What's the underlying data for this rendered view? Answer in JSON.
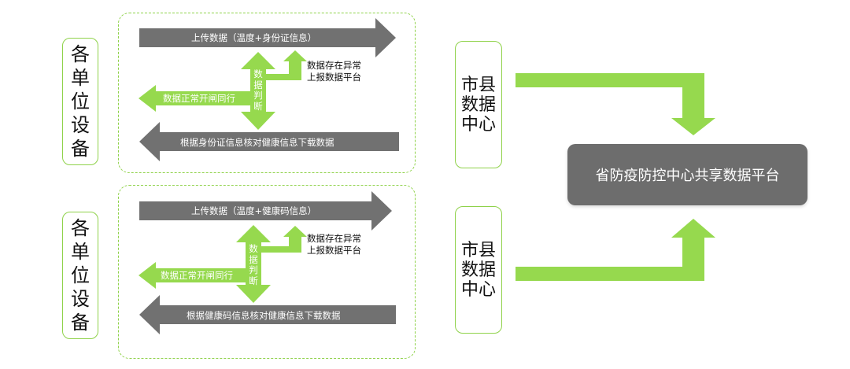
{
  "colors": {
    "gray": "#717171",
    "green": "#96d94e",
    "dash": "#8fd24a",
    "center": "#6d6d6d"
  },
  "groups": [
    {
      "device_label": "各单位设备",
      "upload_label": "上传数据（温度+身份证信息）",
      "judge_label": "数据判断",
      "abnormal_label_1": "数据存在异常",
      "abnormal_label_2": "上报数据平台",
      "normal_label": "数据正常开闸同行",
      "download_label": "根据身份证信息核对健康信息下载数据",
      "city_center_label": "市县数据中心"
    },
    {
      "device_label": "各单位设备",
      "upload_label": "上传数据（温度+健康码信息）",
      "judge_label": "数据判断",
      "abnormal_label_1": "数据存在异常",
      "abnormal_label_2": "上报数据平台",
      "normal_label": "数据正常开闸同行",
      "download_label": "根据健康码信息核对健康信息下载数据",
      "city_center_label": "市县数据中心"
    }
  ],
  "provincial_platform_label": "省防疫防控中心共享数据平台"
}
